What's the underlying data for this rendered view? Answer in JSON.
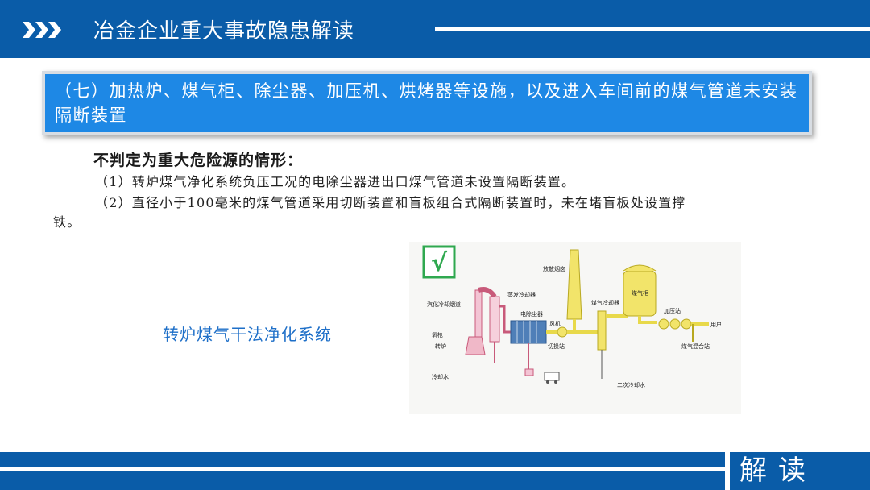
{
  "header": {
    "title": "冶金企业重大事故隐患解读",
    "arrow_icon": "triple-arrow-icon",
    "color": "#0a5ca8"
  },
  "topic": {
    "text": "（七）加热炉、煤气柜、除尘器、加压机、烘烤器等设施，以及进入车间前的煤气管道未安装隔断装置",
    "color": "#1e88e5"
  },
  "body": {
    "subheading": "不判定为重大危险源的情形：",
    "item1": "（1）转炉煤气净化系统负压工况的电除尘器进出口煤气管道未设置隔断装置。",
    "item2_line1": "（2）直径小于100毫米的煤气管道采用切断装置和盲板组合式隔断装置时，未在堵盲板处设置撑",
    "item2_line2": "铁。"
  },
  "diagram": {
    "caption": "转炉煤气干法净化系统",
    "check_icon": "green-checkmark-icon",
    "labels": {
      "chimney": "放散烟囱",
      "evaporative_cooler": "蒸发冷却器",
      "electrostatic_precipitator": "电除尘器",
      "fan": "风机",
      "switch_station": "切换站",
      "gas_cooler": "煤气冷却器",
      "gas_holder": "煤气柜",
      "booster": "加压站",
      "user": "用户",
      "gas_mixing": "煤气混合站",
      "skirt": "汽化冷却烟道",
      "oxygen_lance": "氧枪",
      "converter": "转炉",
      "cold_water": "冷却水",
      "secondary_cooling": "二次冷却水"
    }
  },
  "footer": {
    "label": "解读"
  }
}
